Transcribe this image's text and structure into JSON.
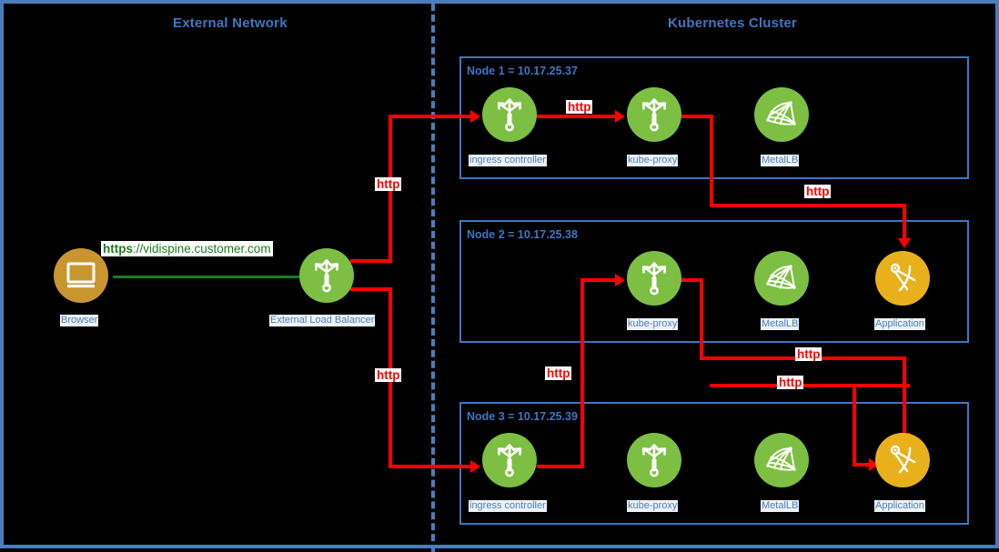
{
  "zones": {
    "external": {
      "title": "External Network"
    },
    "cluster": {
      "title": "Kubernetes Cluster"
    }
  },
  "external_network": {
    "browser": {
      "label": "Browser",
      "icon": "monitor-icon"
    },
    "load_balancer": {
      "label": "External Load Balancer",
      "icon": "load-balancer-icon"
    },
    "url_scheme": "https",
    "url_rest": "://vidispine.customer.com"
  },
  "nodes": [
    {
      "label": "Node 1 = 10.17.25.37",
      "components": [
        {
          "name": "ingress controller",
          "icon": "load-balancer-icon",
          "color": "green"
        },
        {
          "name": "kube-proxy",
          "icon": "load-balancer-icon",
          "color": "green"
        },
        {
          "name": "MetalLB",
          "icon": "network-mesh-icon",
          "color": "green"
        }
      ]
    },
    {
      "label": "Node 2 = 10.17.25.38",
      "components": [
        {
          "name": "kube-proxy",
          "icon": "load-balancer-icon",
          "color": "green"
        },
        {
          "name": "MetalLB",
          "icon": "network-mesh-icon",
          "color": "green"
        },
        {
          "name": "Application",
          "icon": "compass-icon",
          "color": "gold"
        }
      ]
    },
    {
      "label": "Node 3 = 10.17.25.39",
      "components": [
        {
          "name": "ingress controller",
          "icon": "load-balancer-icon",
          "color": "green"
        },
        {
          "name": "kube-proxy",
          "icon": "load-balancer-icon",
          "color": "green"
        },
        {
          "name": "MetalLB",
          "icon": "network-mesh-icon",
          "color": "green"
        },
        {
          "name": "Application",
          "icon": "compass-icon",
          "color": "gold"
        }
      ]
    }
  ],
  "edge_labels": {
    "lb_to_node1": "http",
    "lb_to_node3": "http",
    "n1_ingress_to_proxy": "http",
    "n1_proxy_to_n2_app": "http",
    "n2_proxy_to_n3_app": "http",
    "n3_ingress_to_n2_proxy": "http",
    "n2_proxy_down": "http"
  },
  "colors": {
    "frame_blue": "#4a7ebb",
    "title_blue": "#3d77c2",
    "label_blue": "#4a7ebb",
    "node_green": "#7dbf42",
    "node_gold": "#e8b11c",
    "node_bronze": "#c8952f",
    "flow_red": "#ff0000",
    "flow_green": "#1b7d1b",
    "background": "#000000"
  }
}
